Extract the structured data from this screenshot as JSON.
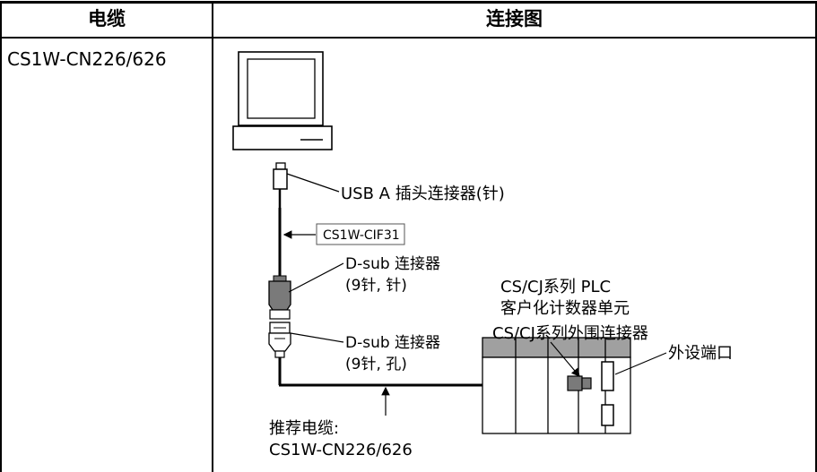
{
  "table": {
    "headers": {
      "cable": "电缆",
      "diagram": "连接图"
    },
    "row": {
      "cable_model": "CS1W-CN226/626"
    }
  },
  "diagram": {
    "usb_connector_label": "USB A 插头连接器(针)",
    "converter_label": "CS1W-CIF31",
    "dsub_male_line1": "D-sub 连接器",
    "dsub_male_line2": "(9针, 针)",
    "dsub_female_line1": "D-sub 连接器",
    "dsub_female_line2": "(9针, 孔)",
    "plc_line1": "CS/CJ系列 PLC",
    "plc_line2": "客户化计数器单元",
    "peripheral_connector_label": "CS/CJ系列外围连接器",
    "peripheral_port_label": "外设端口",
    "recommended_cable_line1": "推荐电缆:",
    "recommended_cable_line2": "CS1W-CN226/626"
  }
}
